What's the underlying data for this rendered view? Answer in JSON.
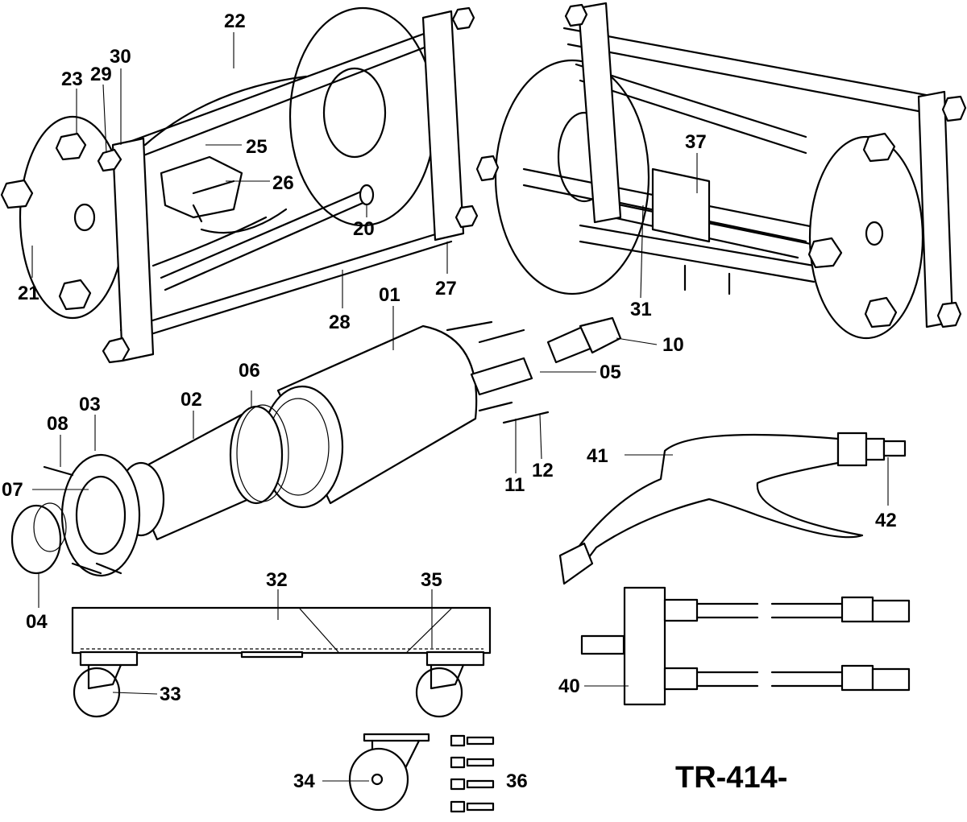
{
  "model_code": "TR-414-",
  "callouts": {
    "p01": "01",
    "p02": "02",
    "p03": "03",
    "p04": "04",
    "p05": "05",
    "p06": "06",
    "p07": "07",
    "p08": "08",
    "p10": "10",
    "p11": "11",
    "p12": "12",
    "p20": "20",
    "p21": "21",
    "p22": "22",
    "p23": "23",
    "p25": "25",
    "p26": "26",
    "p27": "27",
    "p28": "28",
    "p29": "29",
    "p30": "30",
    "p31": "31",
    "p32": "32",
    "p33": "33",
    "p34": "34",
    "p35": "35",
    "p36": "36",
    "p37": "37",
    "p40": "40",
    "p41": "41",
    "p42": "42"
  }
}
